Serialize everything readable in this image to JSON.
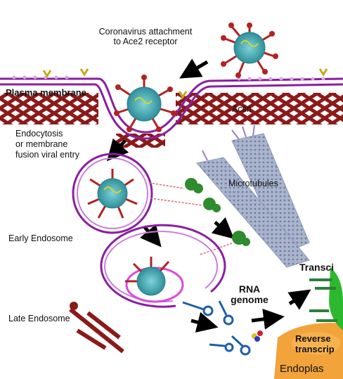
{
  "labels": {
    "attachment_line1": "Coronavirus attachment",
    "attachment_line2": "to Ace2 receptor",
    "plasma_membrane": "Plasma membrane",
    "actin": "Actin",
    "endocytosis_line1": "Endocytosis",
    "endocytosis_line2": "or membrane",
    "endocytosis_line3": "fusion viral entry",
    "microtubules": "Microtubules",
    "early_endosome": "Early Endosome",
    "late_endosome": "Late Endosome",
    "rna_line1": "RNA",
    "rna_line2": "genome",
    "transcription": "Transci",
    "reverse_line1": "Reverse",
    "reverse_line2": "transcrip",
    "endoplasmic": "Endoplas"
  },
  "colors": {
    "membrane": "#8b1fa0",
    "actin": "#8b1a1a",
    "virus_body": "#3fa9b5",
    "spike": "#b22222",
    "receptor": "#e0c020",
    "microtubule": "#7f8fb0",
    "er": "#f2a33a",
    "green_mass": "#2db82d",
    "rna_blue": "#1e5fa8"
  }
}
